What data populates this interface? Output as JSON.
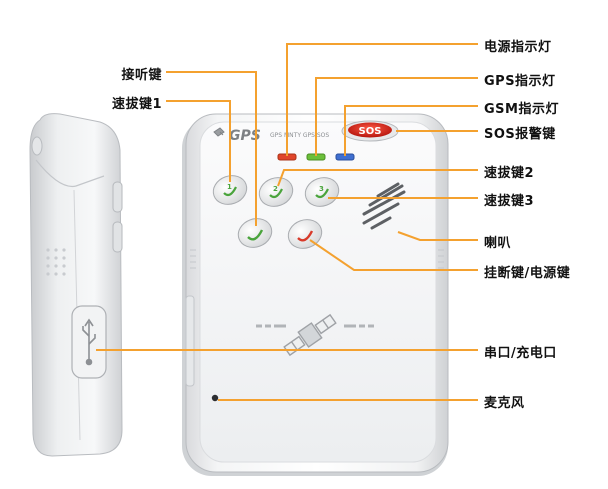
{
  "device": {
    "logo_text": "GPS",
    "indicator_strip_text": "GPS  MNTY  GPS  SOS",
    "sos_button_text": "SOS"
  },
  "labels": {
    "answer_key": "接听键",
    "speed_dial_1": "速拔键1",
    "power_indicator": "电源指示灯",
    "gps_indicator": "GPS指示灯",
    "gsm_indicator": "GSM指示灯",
    "sos_alarm_key": "SOS报警键",
    "speed_dial_2": "速拔键2",
    "speed_dial_3": "速拔键3",
    "speaker": "喇叭",
    "hangup_power_key": "挂断键/电源键",
    "serial_charge_port": "串口/充电口",
    "microphone": "麦克风"
  },
  "colors": {
    "leader_line": "#f4a12f",
    "led_red": "#e0452a",
    "led_green": "#6bbf3a",
    "led_blue": "#3f6fd0",
    "sos_red": "#d8251c",
    "key_green": "#4aa43c",
    "key_red": "#d83a2a"
  }
}
